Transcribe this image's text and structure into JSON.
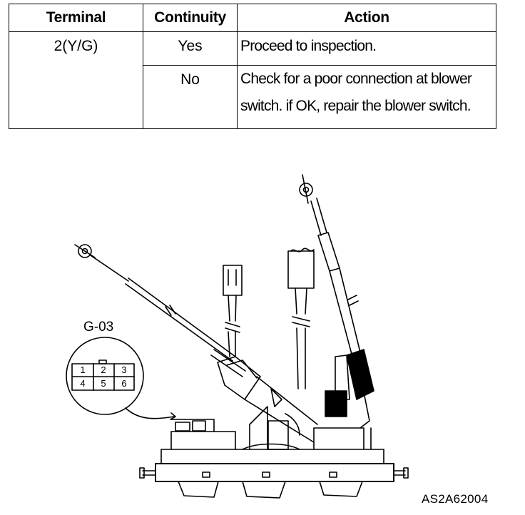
{
  "table": {
    "headers": {
      "terminal": "Terminal",
      "continuity": "Continuity",
      "action": "Action"
    },
    "terminal_value": "2(Y/G)",
    "rows": [
      {
        "continuity": "Yes",
        "action_lines": [
          "Proceed to inspection."
        ]
      },
      {
        "continuity": "No",
        "action_lines": [
          "Check for a poor connection at blower",
          "switch. if OK, repair the blower switch."
        ]
      }
    ]
  },
  "connector": {
    "name": "G-03",
    "pins_top": [
      "1",
      "2",
      "3"
    ],
    "pins_bottom": [
      "4",
      "5",
      "6"
    ]
  },
  "figure_code": "AS2A62004"
}
